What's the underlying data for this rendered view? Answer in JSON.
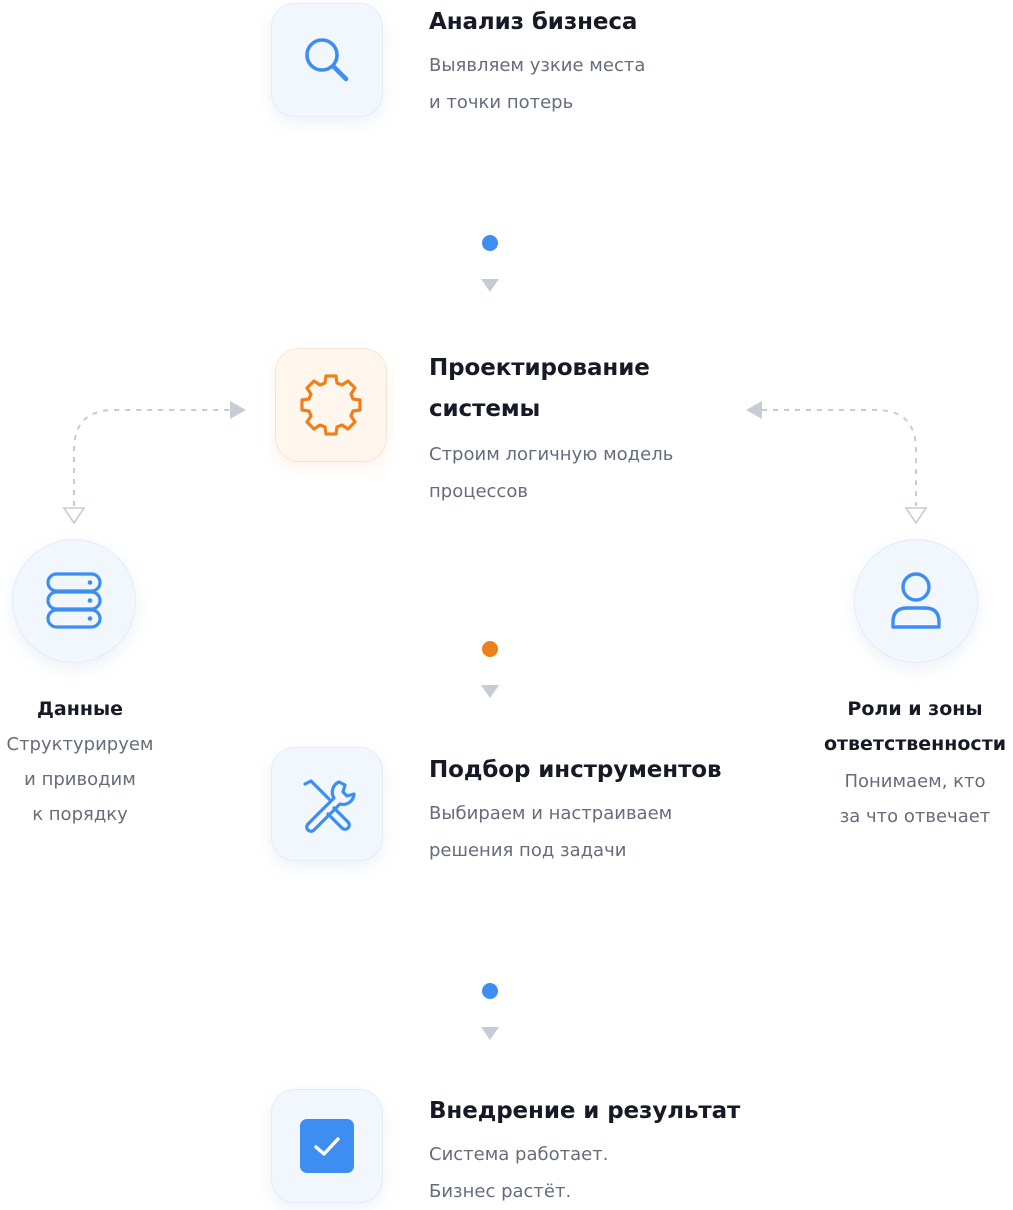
{
  "steps": [
    {
      "title": "Анализ бизнеса",
      "desc_line1": "Выявляем узкие места",
      "desc_line2": "и точки потерь",
      "icon": "search-icon",
      "accent": "#3d8ef0"
    },
    {
      "title_line1": "Проектирование",
      "title_line2": "системы",
      "desc_line1": "Строим логичную модель",
      "desc_line2": "процессов",
      "icon": "gear-icon",
      "accent": "#ef7f1a"
    },
    {
      "title": "Подбор инструментов",
      "desc_line1": "Выбираем и настраиваем",
      "desc_line2": "решения под задачи",
      "icon": "tools-icon",
      "accent": "#3d8ef0"
    },
    {
      "title": "Внедрение и результат",
      "desc_line1": "Система работает.",
      "desc_line2": "Бизнес растёт.",
      "icon": "checkbox-icon",
      "accent": "#3d8ef0"
    }
  ],
  "side_nodes": {
    "data": {
      "title": "Данные",
      "desc_line1": "Структурируем",
      "desc_line2": "и приводим",
      "desc_line3": "к порядку",
      "icon": "database-icon"
    },
    "roles": {
      "title_line1": "Роли и зоны",
      "title_line2": "ответственности",
      "desc_line1": "Понимаем, кто",
      "desc_line2": "за что отвечает",
      "icon": "user-icon"
    }
  },
  "colors": {
    "blue_accent": "#3d8ef0",
    "orange_accent": "#ef7f1a",
    "connector": "#c6ccd6",
    "title_text": "#171a26",
    "desc_text": "#676c7d"
  }
}
